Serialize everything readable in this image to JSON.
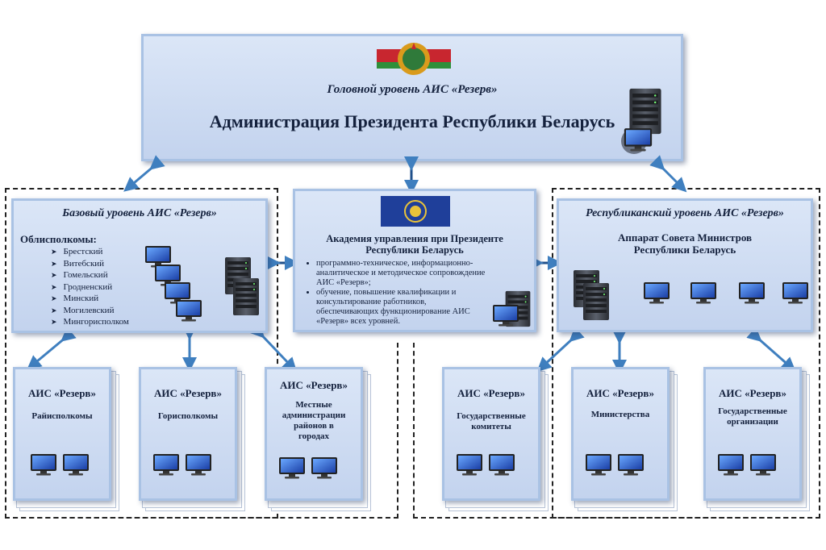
{
  "top": {
    "subtitle": "Головной уровень АИС «Резерв»",
    "title": "Администрация Президента Республики Беларусь",
    "emblem_icon": "belarus-emblem-icon"
  },
  "base": {
    "title": "Базовый уровень АИС «Резерв»",
    "oblast_heading": "Облисполкомы:",
    "oblasts": [
      "Брестский",
      "Витебский",
      "Гомельский",
      "Гродненский",
      "Минский",
      "Могилевский",
      "Мингорисполком"
    ]
  },
  "academy": {
    "title": "Академия управления при Президенте Республики Беларусь",
    "bullets": [
      "программно-техническое, информационно-аналитическое и методическое сопровождение АИС «Резерв»;",
      "обучение, повышение квалификации и консультирование работников, обеспечивающих функционирование АИС «Резерв» всех уровней."
    ],
    "logo_icon": "academy-logo-icon"
  },
  "republic": {
    "title": "Республиканский уровень АИС «Резерв»",
    "subtitle": "Аппарат Совета Министров Республики Беларусь"
  },
  "sub_boxes": [
    {
      "head": "АИС «Резерв»",
      "body": "Райисполкомы"
    },
    {
      "head": "АИС «Резерв»",
      "body": "Горисполкомы"
    },
    {
      "head": "АИС «Резерв»",
      "body": "Местные администрации районов в городах"
    },
    {
      "head": "АИС «Резерв»",
      "body": "Государственные комитеты"
    },
    {
      "head": "АИС «Резерв»",
      "body": "Министерства"
    },
    {
      "head": "АИС «Резерв»",
      "body": "Государственные организации"
    }
  ],
  "colors": {
    "box_fill": "#c8d8f0",
    "box_border": "#a9c2e4",
    "arrow": "#3f7fbf",
    "text": "#14213d"
  }
}
